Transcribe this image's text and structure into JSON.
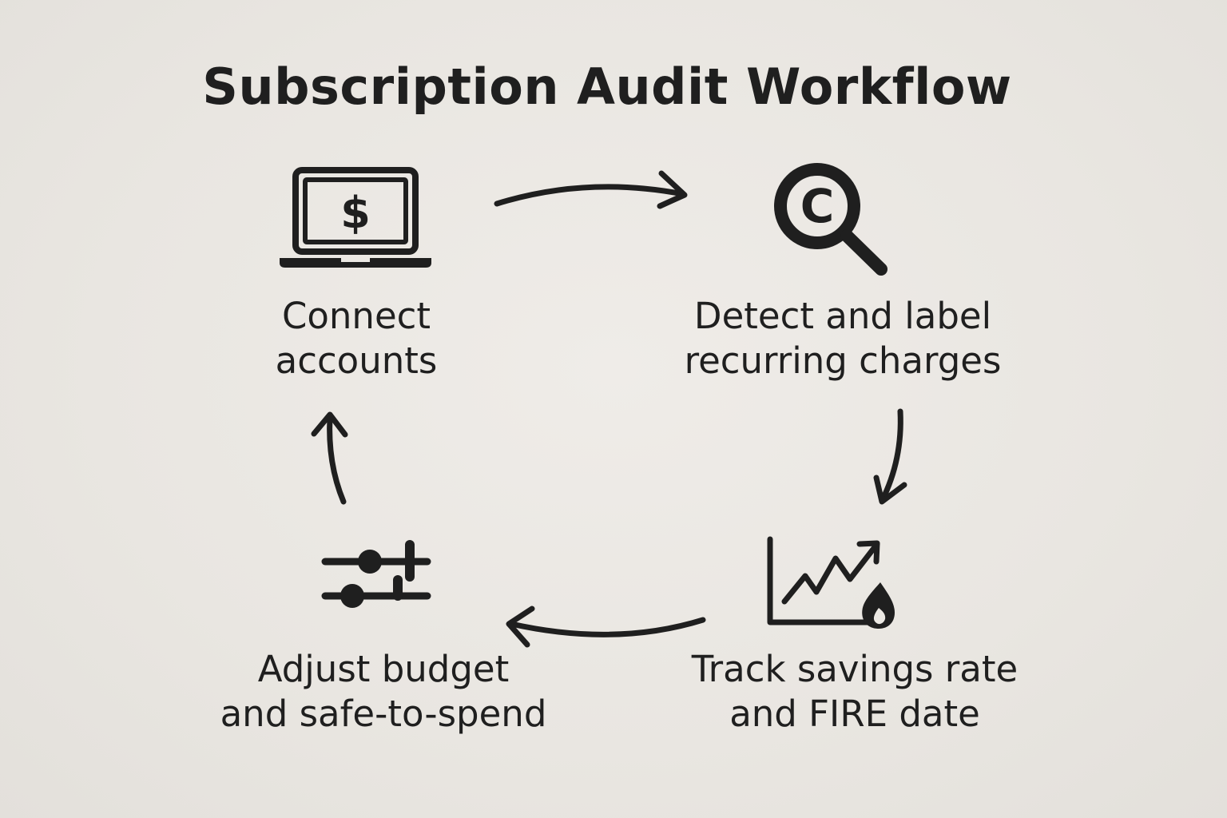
{
  "diagram": {
    "title": "Subscription Audit Workflow",
    "steps": [
      {
        "id": "connect",
        "icon": "laptop-dollar-icon",
        "icon_text": "$",
        "label_lines": [
          "Connect",
          "accounts"
        ]
      },
      {
        "id": "detect",
        "icon": "magnifier-c-icon",
        "icon_text": "C",
        "label_lines": [
          "Detect and label",
          "recurring charges"
        ]
      },
      {
        "id": "track",
        "icon": "growth-chart-flame-icon",
        "label_lines": [
          "Track savings rate",
          "and FIRE date"
        ]
      },
      {
        "id": "adjust",
        "icon": "sliders-icon",
        "label_lines": [
          "Adjust budget",
          "and safe-to-spend"
        ]
      }
    ],
    "flow": [
      {
        "from": "connect",
        "to": "detect"
      },
      {
        "from": "detect",
        "to": "track"
      },
      {
        "from": "track",
        "to": "adjust"
      },
      {
        "from": "adjust",
        "to": "connect"
      }
    ]
  },
  "colors": {
    "background": "#ebe8e3",
    "ink": "#1f1f1f"
  }
}
